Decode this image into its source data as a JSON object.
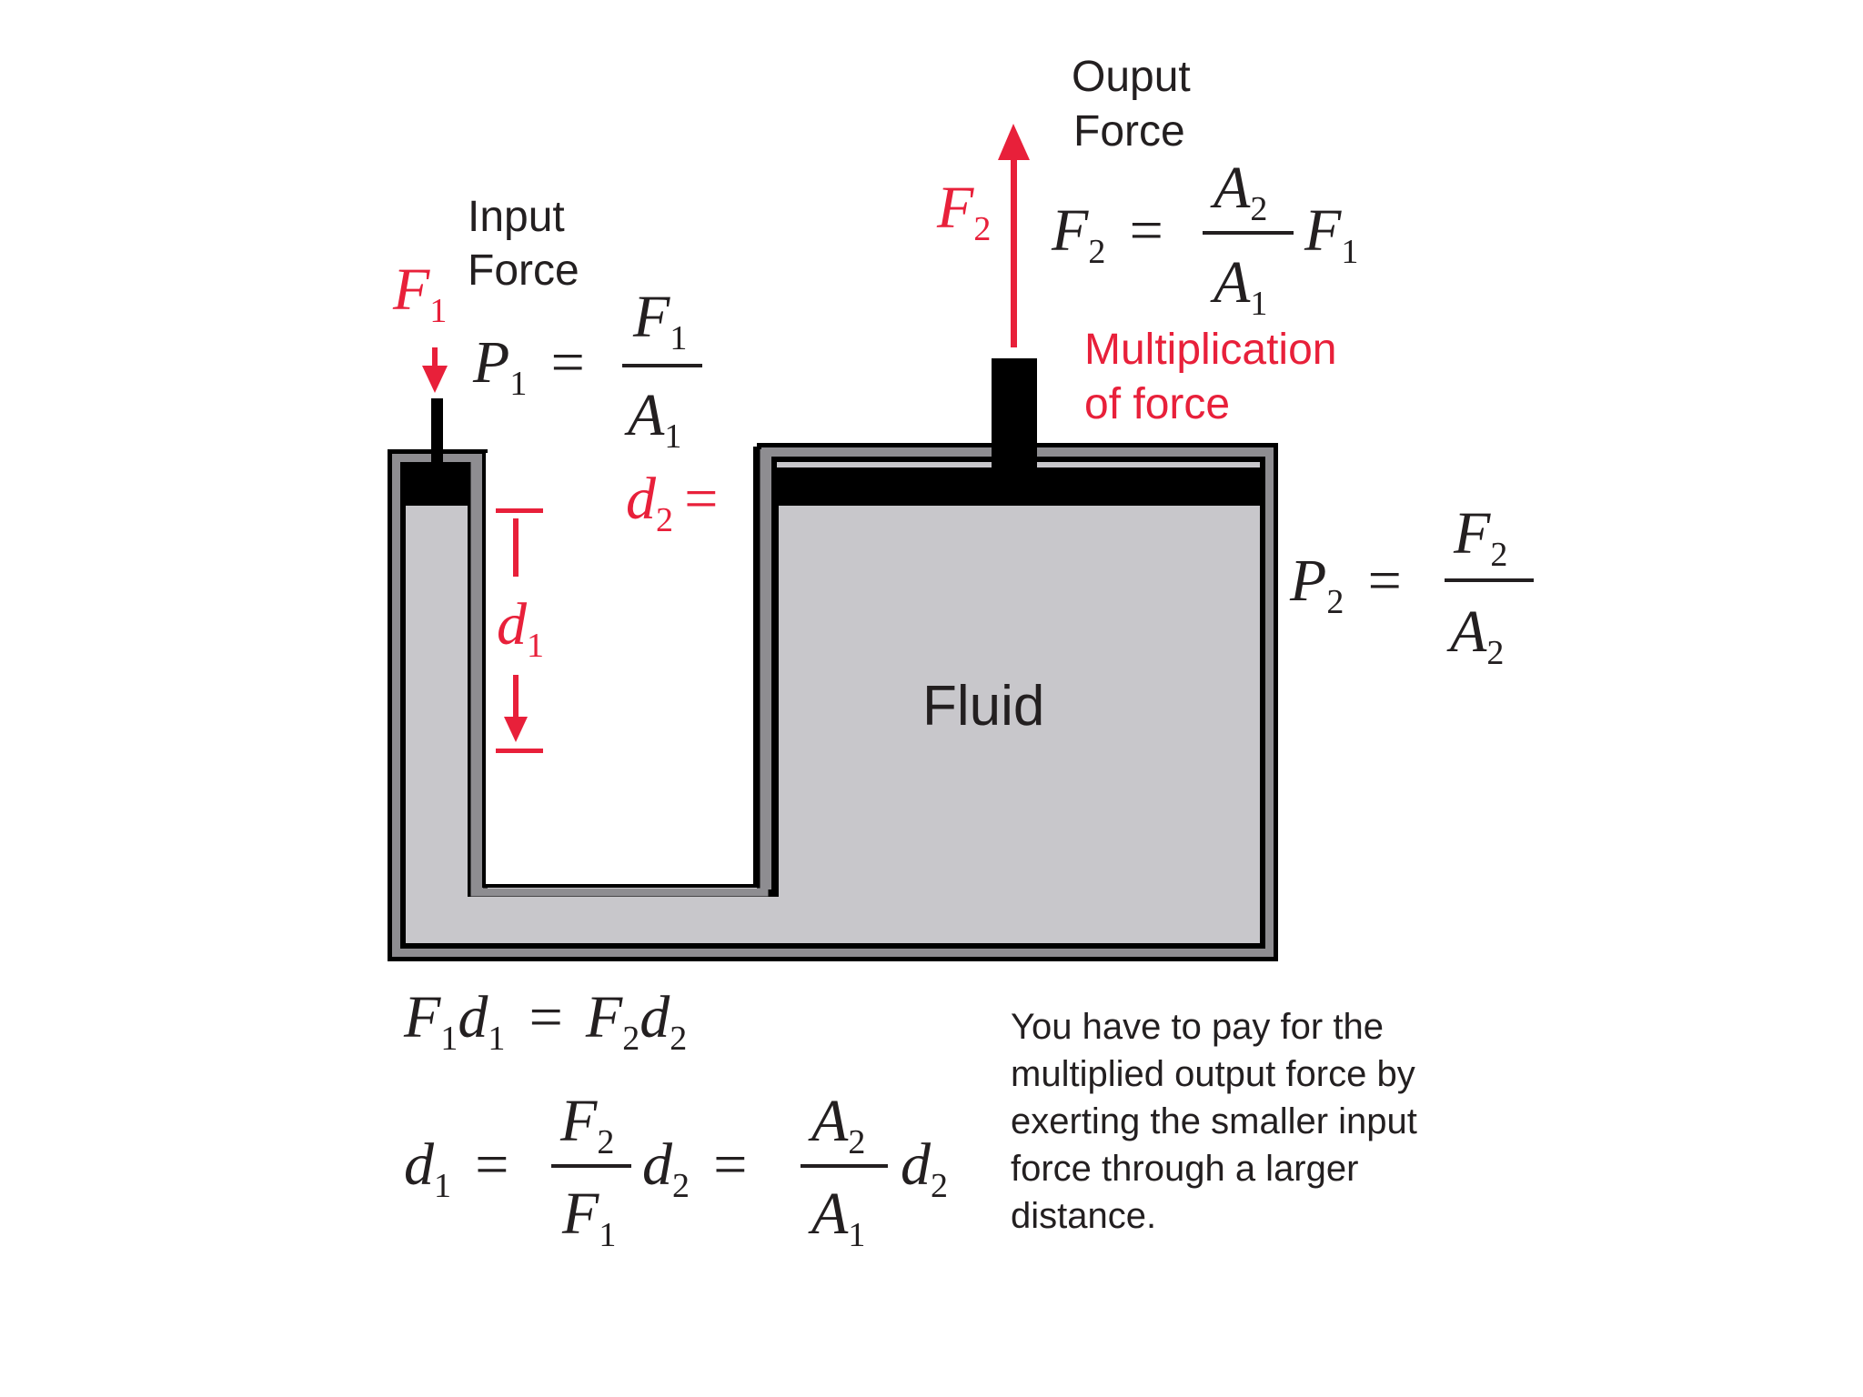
{
  "labels": {
    "input_force": [
      "Input",
      "Force"
    ],
    "output_force": [
      "Ouput",
      "Force"
    ],
    "multiplication": [
      "Multiplication",
      "of force"
    ],
    "fluid": "Fluid",
    "note": [
      "You have to pay for the",
      "multiplied output force by",
      "exerting the smaller input",
      "force through a larger",
      "distance."
    ]
  },
  "symbols": {
    "F": "F",
    "P": "P",
    "A": "A",
    "d": "d",
    "one": "1",
    "two": "2",
    "eq": "="
  },
  "colors": {
    "accent": "#e8203a",
    "ink": "#231f20",
    "fluid": "#c8c7cb",
    "wall": "#8e8d91",
    "piston": "#000000"
  },
  "icons": {
    "input_arrow": "arrow-down-icon",
    "output_arrow": "arrow-up-icon",
    "d1_marker": "dimension-arrow-icon"
  }
}
